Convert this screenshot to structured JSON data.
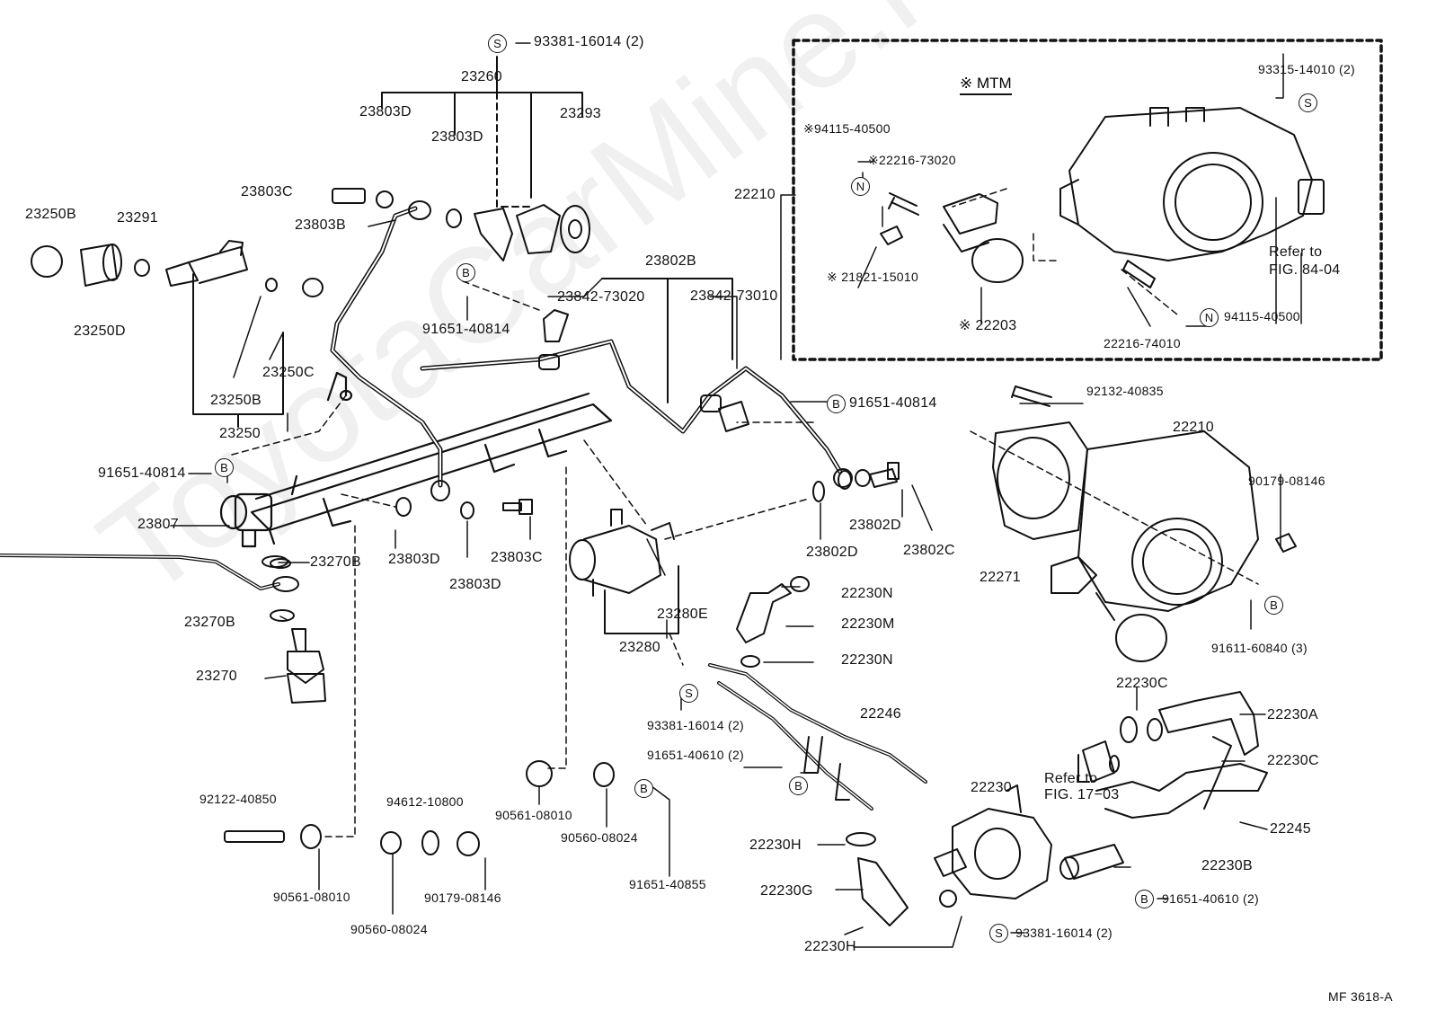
{
  "watermark": "ToyotaCarMine.ru",
  "figure_code": "MF 3618-A",
  "mtm_title": "※ MTM",
  "markers": {
    "S": "S",
    "B": "B",
    "N": "N"
  },
  "labels": {
    "p93381_16014_2_top": "93381-16014 (2)",
    "p23260": "23260",
    "p23803D_a": "23803D",
    "p23803D_b": "23803D",
    "p23293": "23293",
    "p23803C_top": "23803C",
    "p23250B_top": "23250B",
    "p23291": "23291",
    "p23803B": "23803B",
    "p23250D": "23250D",
    "p91651_40814_a": "91651-40814",
    "p23842_73020": "23842-73020",
    "p23802B": "23802B",
    "p23842_73010": "23842-73010",
    "p23250C": "23250C",
    "p23250B_mid": "23250B",
    "p23250": "23250",
    "p91651_40814_b": "91651-40814",
    "p91651_40814_c": "91651-40814",
    "p23807": "23807",
    "p23803D_c": "23803D",
    "p23803D_d": "23803D",
    "p23803C_mid": "23803C",
    "p23270B_a": "23270B",
    "p23270B_b": "23270B",
    "p23270": "23270",
    "p23280E": "23280E",
    "p23280": "23280",
    "p23802D_a": "23802D",
    "p23802D_b": "23802D",
    "p23802C": "23802C",
    "p93381_16014_2_mid": "93381-16014 (2)",
    "p91651_40610_2_a": "91651-40610 (2)",
    "p22230N_a": "22230N",
    "p22230M": "22230M",
    "p22230N_b": "22230N",
    "p22246": "22246",
    "p92122_40850": "92122-40850",
    "p94612_10800": "94612-10800",
    "p90561_08010_a": "90561-08010",
    "p90561_08010_b": "90561-08010",
    "p90560_08024_a": "90560-08024",
    "p90560_08024_b": "90560-08024",
    "p90179_08146_a": "90179-08146",
    "p91651_40855": "91651-40855",
    "p22230H_a": "22230H",
    "p22230G": "22230G",
    "p22230H_b": "22230H",
    "p22230": "22230",
    "p93381_16014_2_bot": "93381-16014 (2)",
    "p22230B": "22230B",
    "p91651_40610_2_b": "91651-40610 (2)",
    "p22245": "22245",
    "p22230C_a": "22230C",
    "p22230A": "22230A",
    "p22230C_b": "22230C",
    "refer_fig_17_a": "Refer to",
    "refer_fig_17_b": "FIG. 17−03",
    "p22210_box": "22210",
    "p94115_40500_a": "※94115-40500",
    "p22216_73020": "※22216-73020",
    "p21821_15010": "※ 21821-15010",
    "p22203": "※ 22203",
    "p22216_74010": "22216-74010",
    "p94115_40500_b": "94115-40500",
    "p93315_14010_2": "93315-14010 (2)",
    "refer_fig_84_a": "Refer to",
    "refer_fig_84_b": "FIG. 84-04",
    "p92132_40835": "92132-40835",
    "p22210_tb": "22210",
    "p90179_08146_b": "90179-08146",
    "p22271": "22271",
    "p91611_60840_3": "91611-60840 (3)"
  }
}
